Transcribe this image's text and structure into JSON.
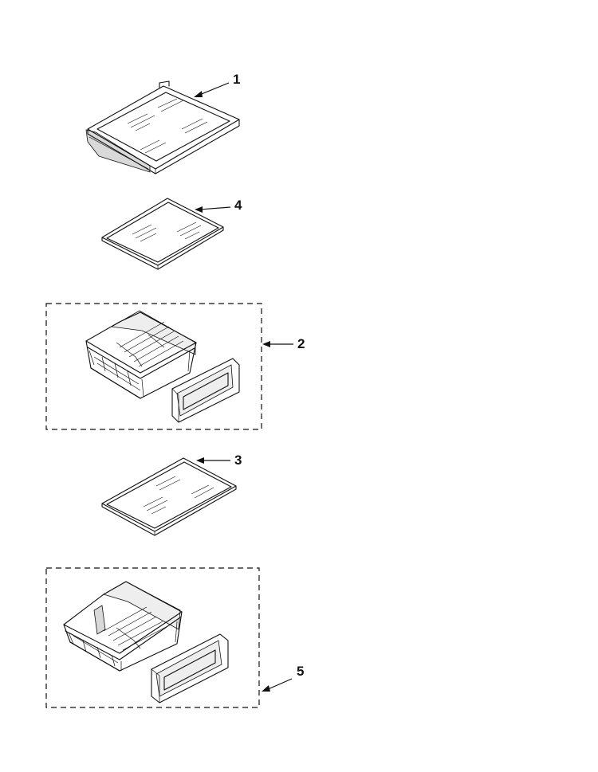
{
  "diagram": {
    "callouts": [
      {
        "id": "1",
        "label": "1"
      },
      {
        "id": "4",
        "label": "4"
      },
      {
        "id": "2",
        "label": "2"
      },
      {
        "id": "3",
        "label": "3"
      },
      {
        "id": "5",
        "label": "5"
      }
    ]
  }
}
